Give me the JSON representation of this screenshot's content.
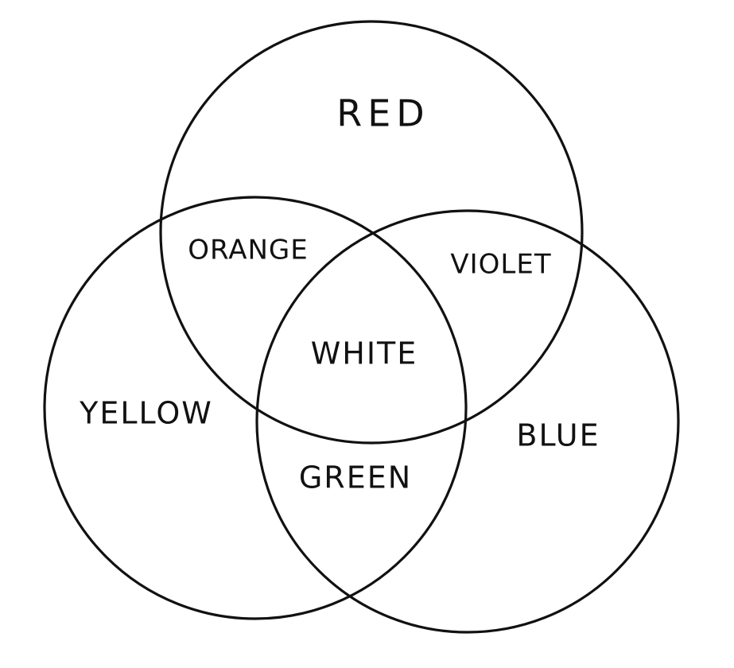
{
  "labels": {
    "red": "RED",
    "orange": "ORANGE",
    "violet": "VIOLET",
    "white": "WHITE",
    "yellow": "YELLOW",
    "blue": "BLUE",
    "green": "GREEN"
  }
}
